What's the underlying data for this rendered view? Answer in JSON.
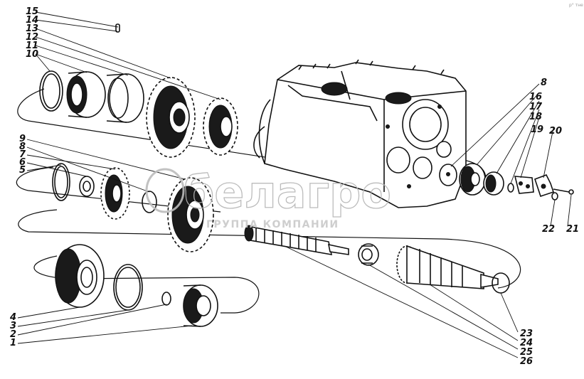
{
  "corner_stamp": "p° тне",
  "watermark": {
    "brand": "белагро",
    "tagline": "ГРУППА КОМПАНИИ"
  },
  "labels": [
    {
      "id": "15",
      "text": "15"
    },
    {
      "id": "14",
      "text": "14"
    },
    {
      "id": "13",
      "text": "13"
    },
    {
      "id": "12",
      "text": "12"
    },
    {
      "id": "11",
      "text": "11"
    },
    {
      "id": "10",
      "text": "10"
    },
    {
      "id": "9",
      "text": "9"
    },
    {
      "id": "8a",
      "text": "8"
    },
    {
      "id": "7",
      "text": "7"
    },
    {
      "id": "6",
      "text": "6"
    },
    {
      "id": "5",
      "text": "5"
    },
    {
      "id": "4",
      "text": "4"
    },
    {
      "id": "3",
      "text": "3"
    },
    {
      "id": "2",
      "text": "2"
    },
    {
      "id": "1",
      "text": "1"
    },
    {
      "id": "8b",
      "text": "8"
    },
    {
      "id": "16",
      "text": "16"
    },
    {
      "id": "17",
      "text": "17"
    },
    {
      "id": "18",
      "text": "18"
    },
    {
      "id": "19",
      "text": "19"
    },
    {
      "id": "20",
      "text": "20"
    },
    {
      "id": "22",
      "text": "22"
    },
    {
      "id": "21",
      "text": "21"
    },
    {
      "id": "23",
      "text": "23"
    },
    {
      "id": "24",
      "text": "24"
    },
    {
      "id": "25",
      "text": "25"
    },
    {
      "id": "26",
      "text": "26"
    }
  ]
}
